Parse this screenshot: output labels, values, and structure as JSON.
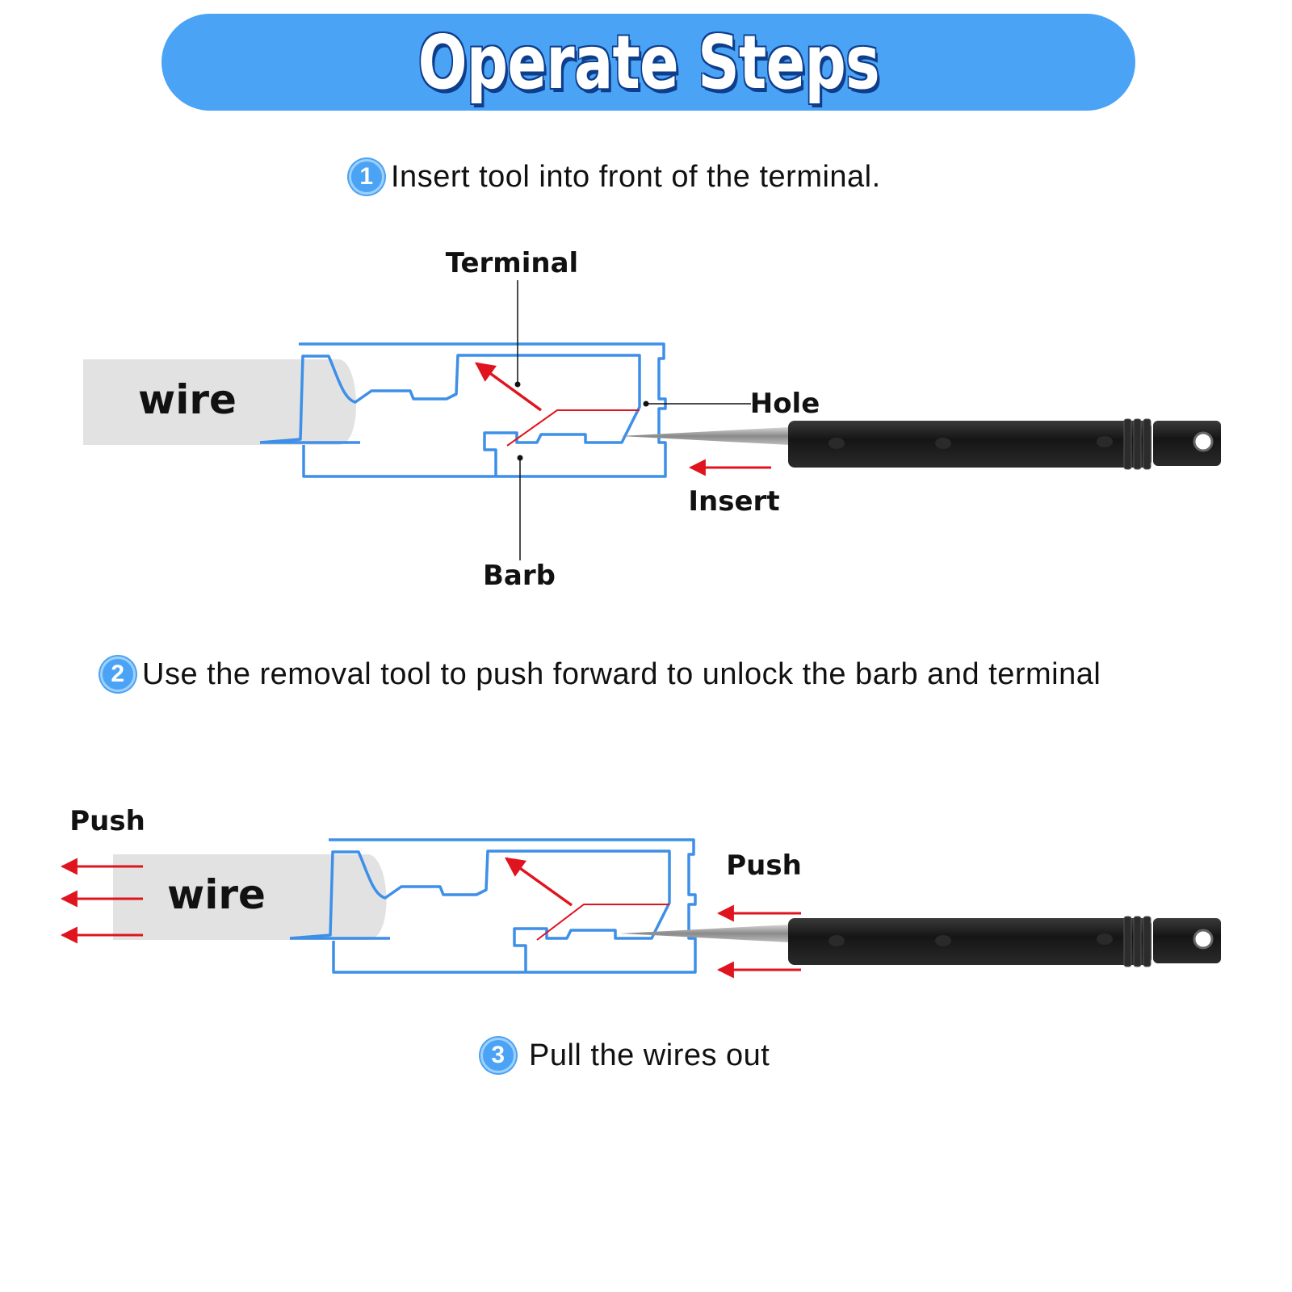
{
  "banner": {
    "title": "Operate Steps"
  },
  "steps": [
    {
      "number": "1",
      "text": "Insert tool into front of the terminal."
    },
    {
      "number": "2",
      "text": "Use the removal tool to push forward to unlock the barb and terminal"
    },
    {
      "number": "3",
      "text": "Pull the wires out"
    }
  ],
  "diagram1": {
    "wire": "wire",
    "terminal": "Terminal",
    "hole": "Hole",
    "barb": "Barb",
    "insert": "Insert"
  },
  "diagram2": {
    "wire": "wire",
    "push_left": "Push",
    "push_right": "Push"
  },
  "colors": {
    "banner": "#4aa3f4",
    "outline": "#3d8fe8",
    "arrow": "#e0141e",
    "tool": "#1c1c1c"
  },
  "icons": [
    "number-badge-icon",
    "removal-tool-icon",
    "arrow-icon"
  ]
}
